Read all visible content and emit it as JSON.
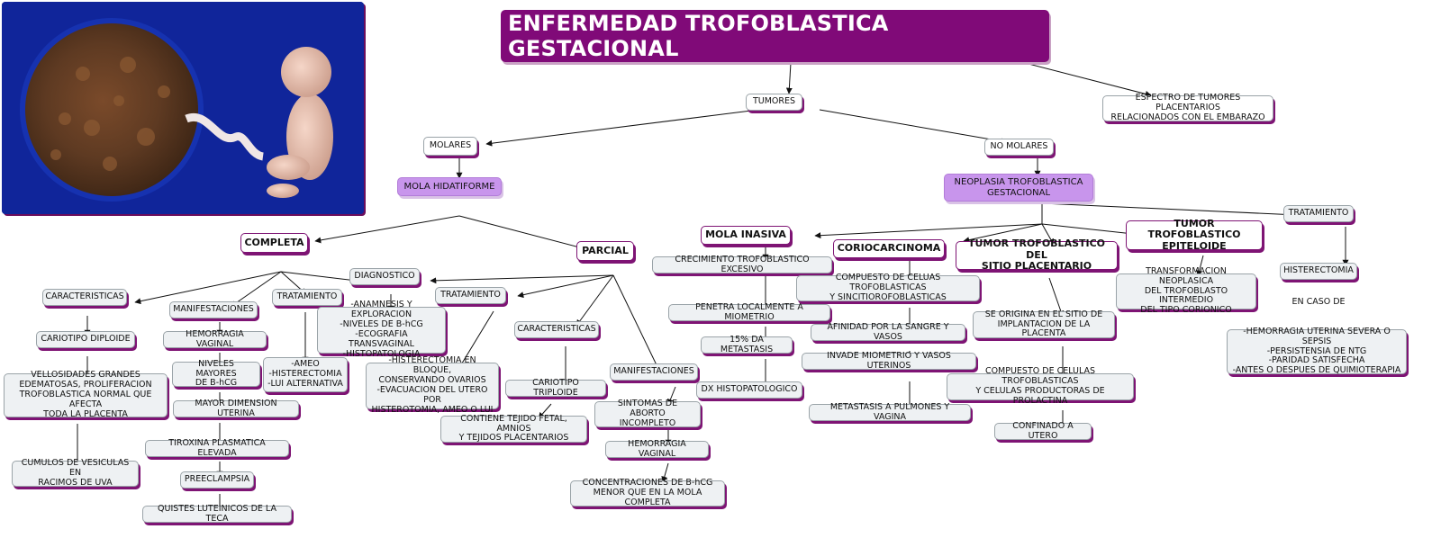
{
  "title": "ENFERMEDAD TROFOBLASTICA GESTACIONAL",
  "colors": {
    "title_bg": "#800a78",
    "lavender": "#c895ec",
    "node_bg": "#eef1f3",
    "shadow": "#7e1474",
    "photo_bg": "#10259a"
  },
  "photo": {
    "icon": "fetus-placenta-image"
  },
  "nodes": {
    "tumores": "TUMORES",
    "espectro": "ESPECTRO DE TUMORES PLACENTARIOS\nRELACIONADOS CON EL EMBARAZO",
    "molares": "MOLARES",
    "no_molares": "NO MOLARES",
    "mola_hidatiforme": "MOLA HIDATIFORME",
    "neoplasia": "NEOPLASIA TROFOBLASTICA\nGESTACIONAL",
    "completa": "COMPLETA",
    "parcial": "PARCIAL",
    "c_caracteristicas": "CARACTERISTICAS",
    "c_cariotipo": "CARIOTIPO DIPLOIDE",
    "c_vellosidades": "VELLOSIDADES GRANDES\nEDEMATOSAS, PROLIFERACION\nTROFOBLASTICA NORMAL QUE AFECTA\nTODA LA PLACENTA",
    "c_cumulos": "CUMULOS DE VESICULAS EN\nRACIMOS DE UVA",
    "c_manifestaciones": "MANIFESTACIONES",
    "c_hemorragia": "HEMORRAGIA VAGINAL",
    "c_niveles": "NIVELES MAYORES\nDE B-hCG",
    "c_dimension": "MAYOR DIMENSION UTERINA",
    "c_tiroxina": "TIROXINA PLASMATICA ELEVADA",
    "c_preeclampsia": "PREECLAMPSIA",
    "c_quistes": "QUISTES LUTEINICOS DE LA TECA",
    "c_tratamiento": "TRATAMIENTO",
    "c_ameo": "-AMEO\n-HISTERECTOMIA\n-LUI ALTERNATIVA",
    "diagnostico": "DIAGNOSTICO",
    "diag_list": "-ANAMNESIS Y EXPLORACION\n-NIVELES DE B-hCG\n-ECOGRAFIA TRANSVAGINAL\n-HISTOPATOLOGIA",
    "p_tratamiento": "TRATAMIENTO",
    "p_histerectomia": "-HISTERECTOMIA EN BLOQUE,\nCONSERVANDO OVARIOS\n-EVACUACION DEL UTERO POR\nHISTEROTOMIA, AMEO O LUI",
    "p_caracteristicas": "CARACTERISTICAS",
    "p_cariotipo": "CARIOTIPO TRIPLOIDE",
    "p_contiene": "CONTIENE TEJIDO FETAL, AMNIOS\nY TEJIDOS PLACENTARIOS",
    "p_manifestaciones": "MANIFESTACIONES",
    "p_sintomas": "SINTOMAS DE ABORTO\nINCOMPLETO",
    "p_hemorragia": "HEMORRAGIA VAGINAL",
    "p_concentraciones": "CONCENTRACIONES DE B-hCG\nMENOR QUE EN LA MOLA COMPLETA",
    "mola_invasiva": "MOLA INASIVA",
    "mi_crecimiento": "CRECIMIENTO TROFOBLASTICO EXCESIVO",
    "mi_penetra": "PENETRA LOCALMENTE A MIOMETRIO",
    "mi_metastasis": "15% DA METASTASIS",
    "mi_dx": "DX HISTOPATOLOGICO",
    "corio": "CORIOCARCINOMA",
    "co_compuesto": "COMPUESTO DE CELUAS TROFOBLASTICAS\nY SINCITIOROFOBLASTICAS",
    "co_afinidad": "AFINIDAD POR LA SANGRE Y VASOS",
    "co_invade": "INVADE MIOMETRIO Y VASOS UTERINOS",
    "co_metastasis": "METASTASIS A PULMONES Y VAGINA",
    "tumor_sitio": "TUMOR TROFOBLASTICO DEL\nSITIO PLACENTARIO",
    "ts_origina": "SE ORIGINA EN EL SITIO DE\nIMPLANTACION DE LA PLACENTA",
    "ts_compuesto": "COMPUESTO DE CELULAS TROFOBLASTICAS\nY CELULAS PRODUCTORAS DE PROLACTINA",
    "ts_confinado": "CONFINADO A UTERO",
    "tumor_epit": "TUMOR TROFOBLASTICO\nEPITELOIDE",
    "te_transformacion": "TRANSFORMACION NEOPLASICA\nDEL TROFOBLASTO INTERMEDIO\nDEL TIPO CORIONICO",
    "n_tratamiento": "TRATAMIENTO",
    "n_histerectomia": "HISTERECTOMIA",
    "n_encaso": "EN CASO DE",
    "n_lista": "-HEMORRAGIA UTERINA SEVERA O SEPSIS\n-PERSISTENSIA DE NTG\n-PARIDAD SATISFECHA\n-ANTES O DESPUES DE QUIMIOTERAPIA"
  }
}
